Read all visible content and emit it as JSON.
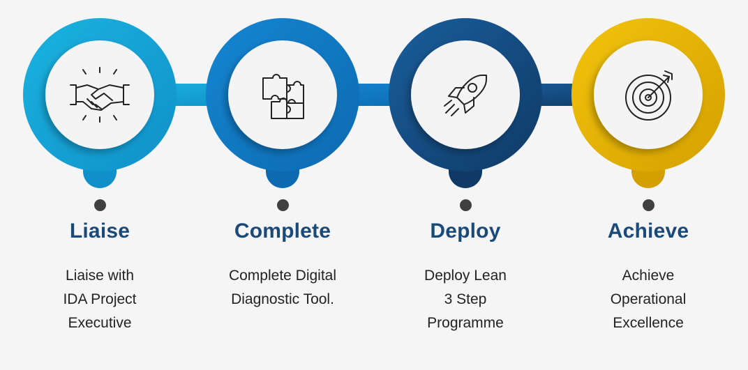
{
  "colors": {
    "background": "#f5f5f5",
    "title": "#1a4a7a",
    "text": "#222222",
    "dot": "#404040",
    "inner": "#f4f4f4"
  },
  "steps": [
    {
      "icon": "handshake-icon",
      "color": "#1ab3e0",
      "color_dark": "#1090c8",
      "title": "Liaise",
      "lines": [
        "Liaise with",
        "IDA Project",
        "Executive"
      ]
    },
    {
      "icon": "puzzle-icon",
      "color": "#1486d2",
      "color_dark": "#0d6ab0",
      "title": "Complete",
      "lines": [
        "Complete Digital",
        "Diagnostic Tool."
      ]
    },
    {
      "icon": "rocket-icon",
      "color": "#1a5e9c",
      "color_dark": "#0f3a66",
      "title": "Deploy",
      "lines": [
        "Deploy Lean",
        "3 Step",
        "Programme"
      ]
    },
    {
      "icon": "target-icon",
      "color": "#f2c40d",
      "color_dark": "#d4a000",
      "title": "Achieve",
      "lines": [
        "Achieve",
        "Operational",
        "Excellence"
      ]
    }
  ]
}
